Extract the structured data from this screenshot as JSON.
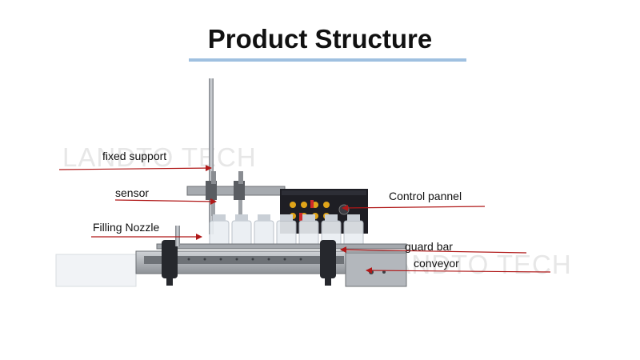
{
  "title": "Product Structure",
  "watermarks": [
    "LANDTO TECH",
    "LANDTO TECH"
  ],
  "labels": {
    "fixed_support": "fixed support",
    "sensor": "sensor",
    "filling_nozzle": "Filling Nozzle",
    "control_panel": "Control pannel",
    "guard_bar": "guard bar",
    "conveyor": "conveyor"
  },
  "colors": {
    "arrow": "#b01818",
    "underline": "#9fc0e0",
    "panel": "#1e1e24",
    "metal": "#9a9ea4"
  }
}
